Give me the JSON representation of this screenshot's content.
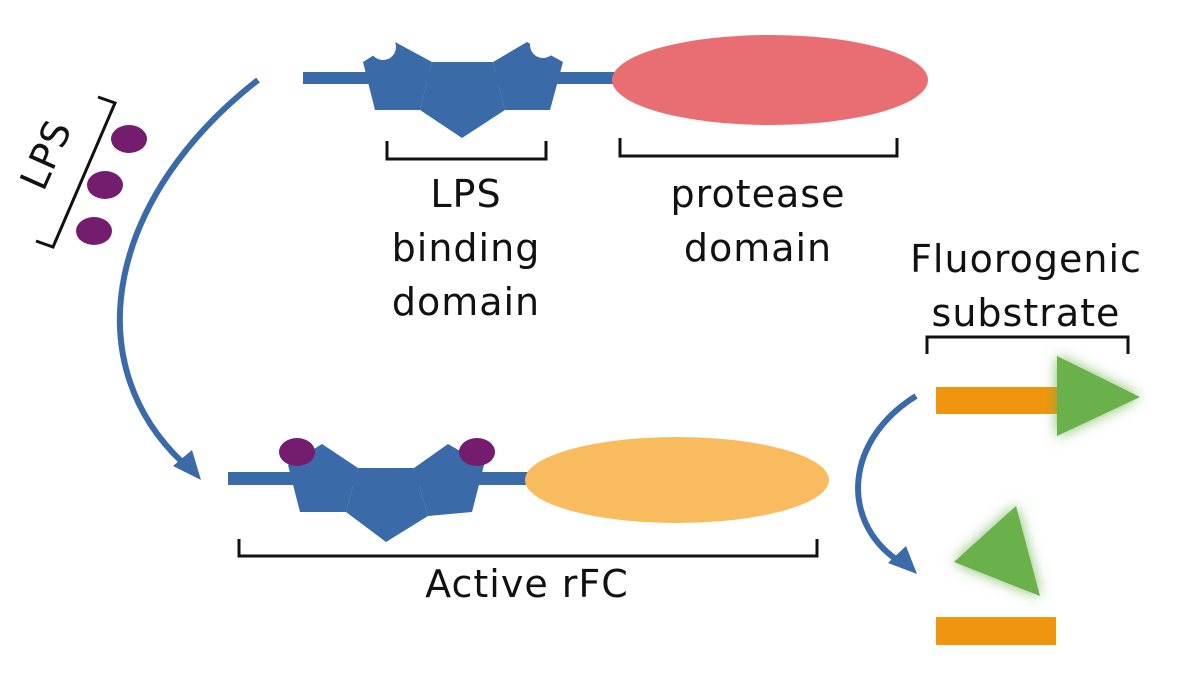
{
  "labels": {
    "lps": "LPS",
    "lps_binding_line1": "LPS",
    "lps_binding_line2": "binding",
    "lps_binding_line3": "domain",
    "protease_line1": "protease",
    "protease_line2": "domain",
    "fluoro_line1": "Fluorogenic",
    "fluoro_line2": "substrate",
    "active_rfc": "Active rFC"
  },
  "colors": {
    "protein_blue": "#3a6aa8",
    "protease_inactive": "#e86e74",
    "protease_active": "#f8bc5e",
    "lps_purple": "#741c6e",
    "substrate_orange": "#f0950e",
    "fluorophore_green": "#6ab04c",
    "bracket": "#111111"
  }
}
